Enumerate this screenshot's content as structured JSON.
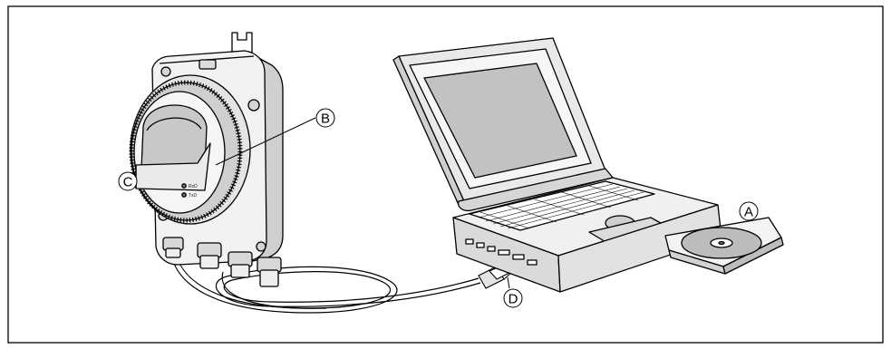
{
  "figure": {
    "callouts": {
      "a": "A",
      "b": "B",
      "c": "C",
      "d": "D"
    },
    "device_led_labels": {
      "rxd": "RxD",
      "txd": "TxD"
    }
  },
  "colors": {
    "line": "#000000",
    "body_light": "#f4f4f4",
    "body_mid": "#dcdcdc",
    "body_dark": "#9a9a9a",
    "screen": "#c4c4c4",
    "disc": "#b9b9b9"
  }
}
